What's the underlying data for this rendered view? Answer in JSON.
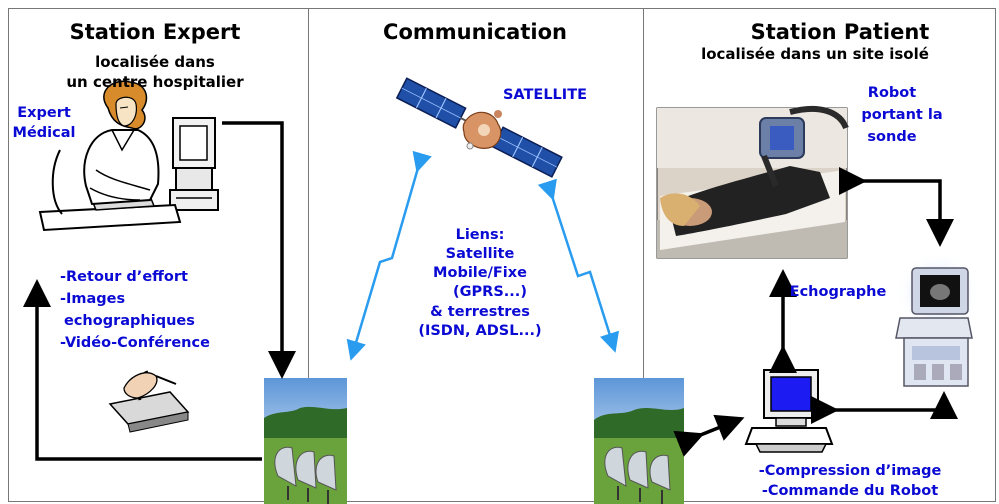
{
  "expert": {
    "title": "Station Expert",
    "subtitle_line1": "localisée dans",
    "subtitle_line2": "un centre hospitalier",
    "person_label_line1": "Expert",
    "person_label_line2": "Médical",
    "list": [
      "-Retour d’effort",
      "-Images",
      "echographiques",
      "-Vidéo-Conférence"
    ]
  },
  "communication": {
    "title": "Communication",
    "satellite_label": "SATELLITE",
    "links": [
      "Liens:",
      "Satellite",
      "Mobile/Fixe",
      "(GPRS...)",
      "& terrestres",
      "(ISDN, ADSL...)"
    ]
  },
  "patient": {
    "title": "Station Patient",
    "subtitle": "localisée dans un site isolé",
    "robot_label": [
      "Robot",
      "portant la",
      "sonde"
    ],
    "echograph_label": "Echographe",
    "list": [
      "-Compression d’image",
      "-Commande du Robot"
    ]
  },
  "colors": {
    "label_blue": "#0a0ad4",
    "link_blue": "#2a9cf0",
    "border": "#777777"
  },
  "icons": [
    "doctor-at-computer-icon",
    "satellite-icon",
    "antenna-dish-icon",
    "joystick-icon",
    "computer-icon",
    "echograph-machine-icon",
    "robot-probe-photo-icon"
  ]
}
